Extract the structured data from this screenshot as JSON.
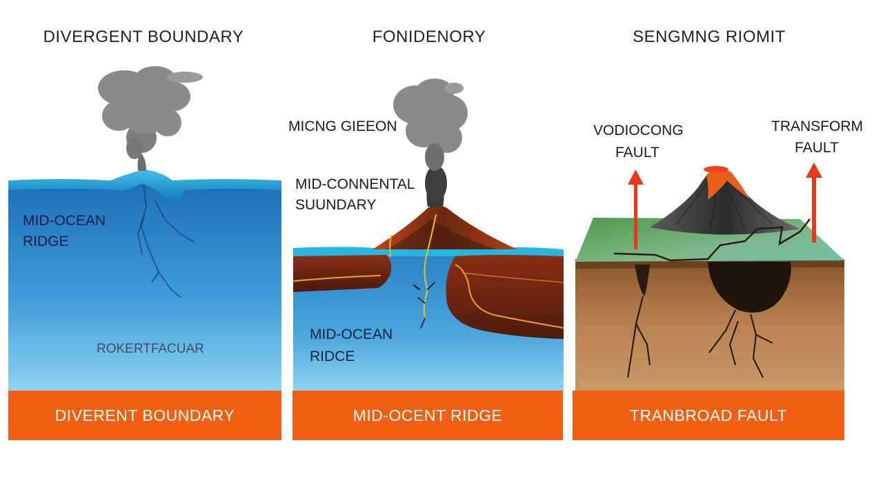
{
  "panels": [
    {
      "title": "DIVERGENT BOUNDARY",
      "labels": [
        "MID-OCEAN",
        "RIDGE",
        "ROKERTFACUAR"
      ],
      "banner": "DIVERENT BOUNDARY"
    },
    {
      "title": "FONIDENORY",
      "labels": [
        "MICNG GIEEON",
        "MID-CONNENTAL",
        "SUUNDARY",
        "MID-OCEAN",
        "RIDCE"
      ],
      "banner": "MID-OCENT RIDGE"
    },
    {
      "title": "SENGMNG RIOMIT",
      "labels": [
        "VODIOCONG",
        "FAULT",
        "TRANSFORM",
        "FAULT"
      ],
      "banner": "TRANBROAD FAULT"
    }
  ],
  "colors": {
    "banner": "#f25f12",
    "ocean_top": "#2f8fd0",
    "ocean_bottom": "#7ecbef",
    "magma": "#7a2e12",
    "ash": "#8c8c8c",
    "arrow": "#e8381a",
    "soil": "#a36a3a"
  },
  "icons": [
    "ash-cloud",
    "volcano",
    "up-arrow",
    "fault-crack"
  ]
}
